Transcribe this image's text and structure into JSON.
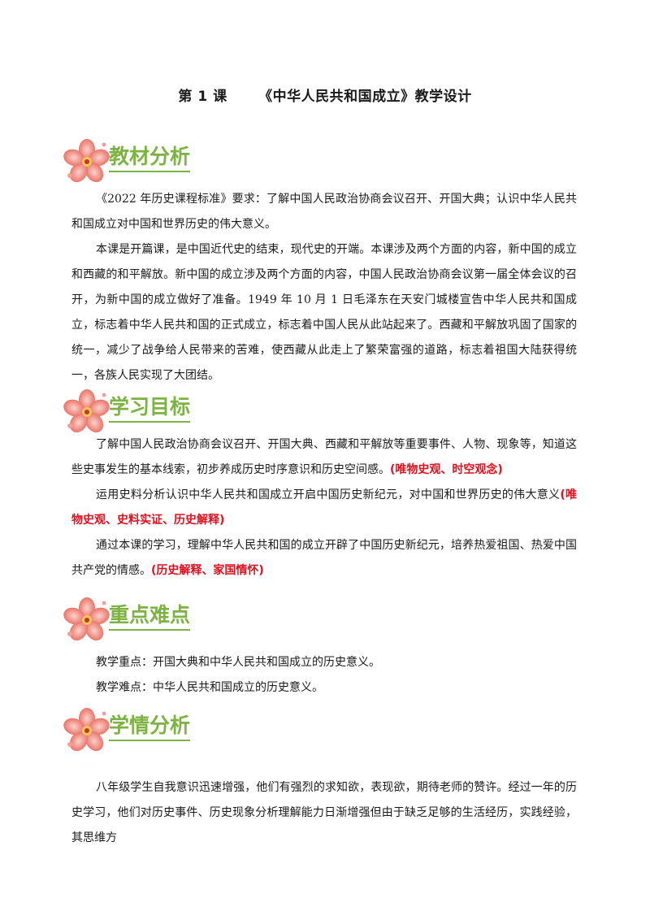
{
  "title": "第 1 课      《中华人民共和国成立》教学设计",
  "sections": {
    "analysis": {
      "heading": "教材分析",
      "p1": "《2022 年历史课程标准》要求：了解中国人民政治协商会议召开、开国大典；认识中华人民共和国成立对中国和世界历史的伟大意义。",
      "p2": "本课是开篇课，是中国近代史的结束，现代史的开端。本课涉及两个方面的内容，新中国的成立和西藏的和平解放。新中国的成立涉及两个方面的内容，中国人民政治协商会议第一届全体会议的召开，为新中国的成立做好了准备。1949 年 10 月 1 日毛泽东在天安门城楼宣告中华人民共和国成立，标志着中华人民共和国的正式成立，标志着中国人民从此站起来了。西藏和平解放巩固了国家的统一，减少了战争给人民带来的苦难，使西藏从此走上了繁荣富强的道路，标志着祖国大陆获得统一，各族人民实现了大团结。"
    },
    "goals": {
      "heading": "学习目标",
      "g1_text": "了解中国人民政治协商会议召开、开国大典、西藏和平解放等重要事件、人物、现象等，知道这些史事发生的基本线索，初步养成历史时序意识和历史空间感。",
      "g1_tag": "(唯物史观、时空观念)",
      "g2_text": "运用史料分析认识中华人民共和国成立开启中国历史新纪元，对中国和世界历史的伟大意义",
      "g2_tag": "(唯物史观、史料实证、历史解释)",
      "g3_text": "通过本课的学习，理解中华人民共和国的成立开辟了中国历史新纪元，培养热爱祖国、热爱中国共产党的情感。",
      "g3_tag": "(历史解释、家国情怀)"
    },
    "focus": {
      "heading": "重点难点",
      "key_point": "教学重点：开国大典和中华人民共和国成立的历史意义。",
      "difficulty": "教学难点：中华人民共和国成立的历史意义。"
    },
    "students": {
      "heading": "学情分析",
      "p1": "八年级学生自我意识迅速增强，他们有强烈的求知欲，表现欲，期待老师的赞许。经过一年的历史学习，他们对历史事件、历史现象分析理解能力日渐增强但由于缺乏足够的生活经历，实践经验，其思维方"
    }
  },
  "colors": {
    "heading": "#7cb342",
    "tag": "#e0101e",
    "flower": "#e8766f"
  },
  "icons": {
    "section": "plum-blossom-icon"
  }
}
